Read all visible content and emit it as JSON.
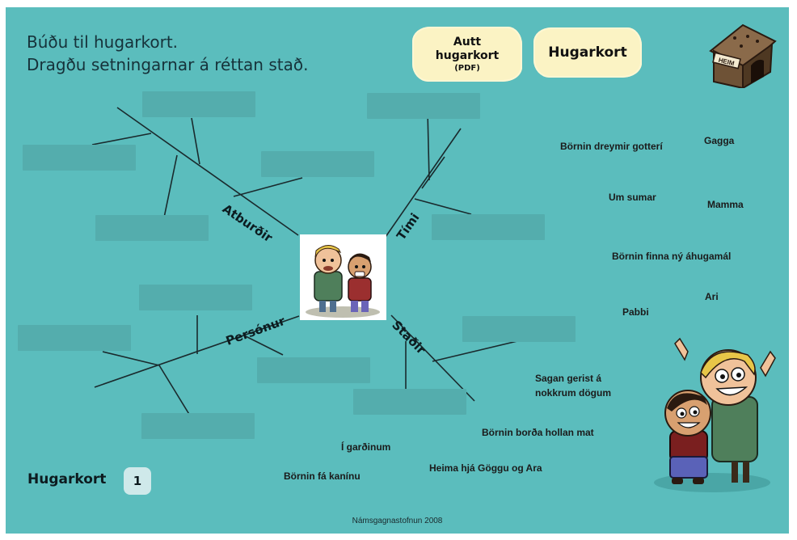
{
  "instructions": {
    "line1": "Búðu til hugarkort.",
    "line2": "Dragðu setningarnar á réttan stað."
  },
  "buttons": {
    "blank_pdf_line1": "Autt",
    "blank_pdf_line2": "hugarkort",
    "blank_pdf_line3": "(PDF)",
    "mindmap": "Hugarkort"
  },
  "home": {
    "sign": "HEIM"
  },
  "branches": {
    "events": "Atburðir",
    "time": "Tími",
    "characters": "Persónur",
    "places": "Staðir"
  },
  "draggables": [
    "Börnin dreymir gotterí",
    "Gagga",
    "Um sumar",
    "Mamma",
    "Börnin finna ný áhugamál",
    "Ari",
    "Pabbi",
    "Sagan gerist á",
    "nokkrum dögum",
    "Börnin borða hollan mat",
    "Í garðinum",
    "Heima hjá Göggu og Ara",
    "Börnin fá kanínu"
  ],
  "page": {
    "label": "Hugarkort",
    "number": "1"
  },
  "footer": "Námsgagnastofnun 2008",
  "colors": {
    "background": "#5bbdbd",
    "slot": "#54adad",
    "cloud": "#fbf3c4"
  }
}
